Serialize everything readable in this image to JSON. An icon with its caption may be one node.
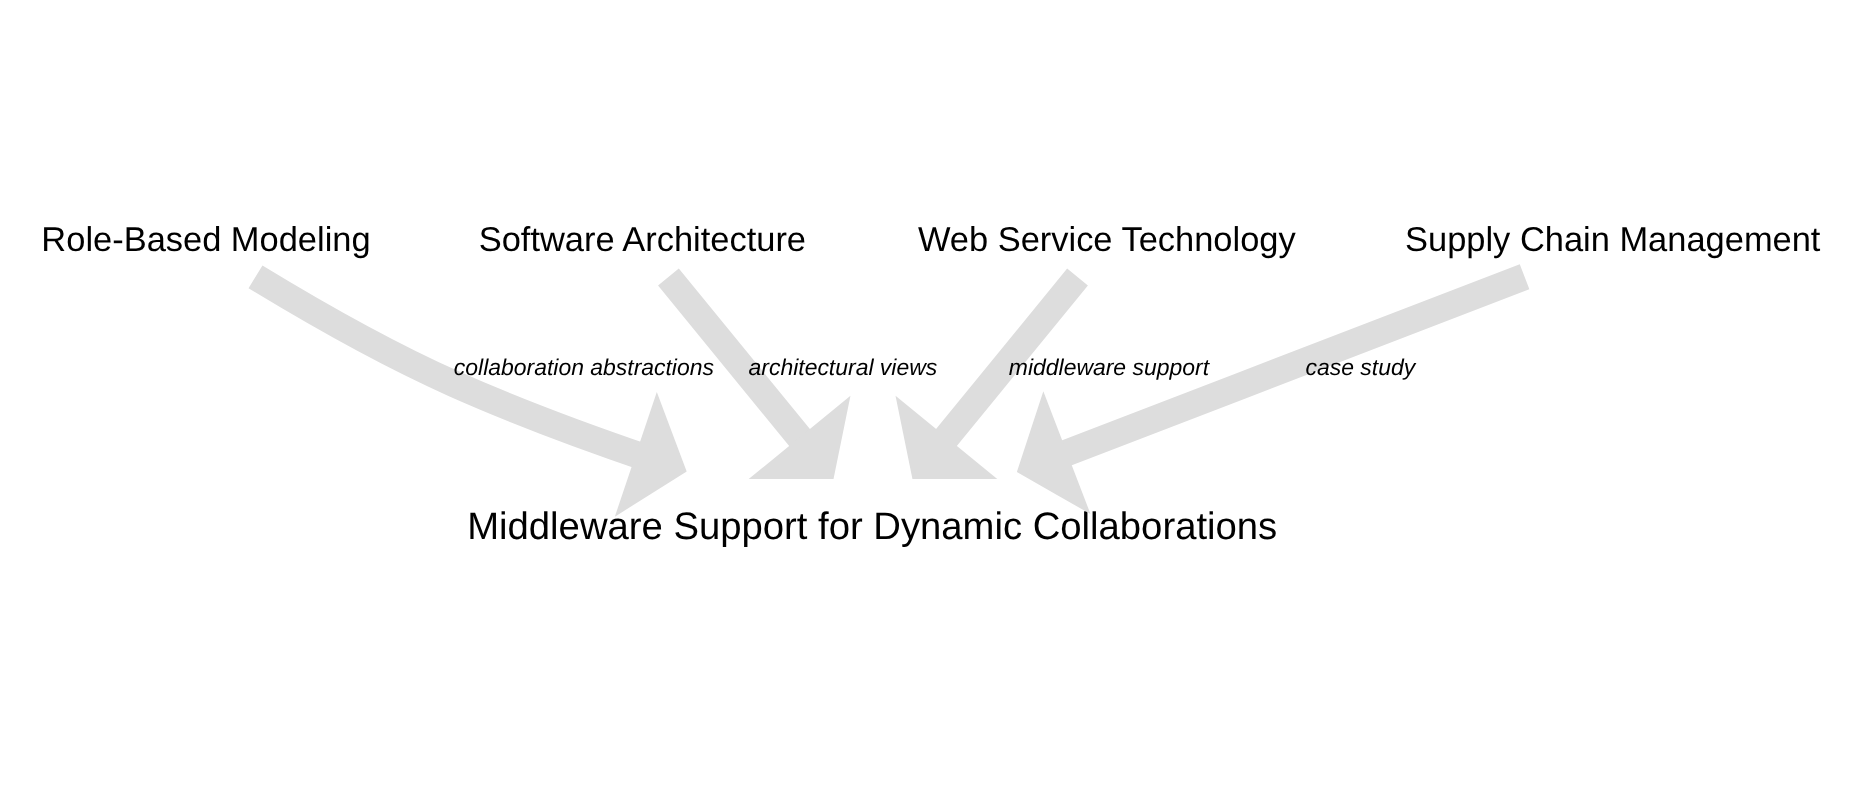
{
  "diagram": {
    "nodes": [
      {
        "text": [
          "Role-Based Modeling"
        ]
      },
      {
        "text": [
          "Software Architecture"
        ]
      },
      {
        "text": [
          "Web Service Technology"
        ]
      },
      {
        "text": [
          "Supply Chain Management"
        ]
      },
      {
        "text": [
          "Middleware Support for Dynamic Collaborations"
        ]
      }
    ],
    "edges": [
      {
        "from": 0,
        "to": 4,
        "arrow": "to",
        "label": "collaboration abstractions"
      },
      {
        "from": 1,
        "to": 4,
        "arrow": "to",
        "label": "architectural views"
      },
      {
        "from": 2,
        "to": 4,
        "arrow": "to",
        "label": "middleware support"
      },
      {
        "from": 3,
        "to": 4,
        "arrow": "to",
        "label": "case study"
      }
    ]
  }
}
